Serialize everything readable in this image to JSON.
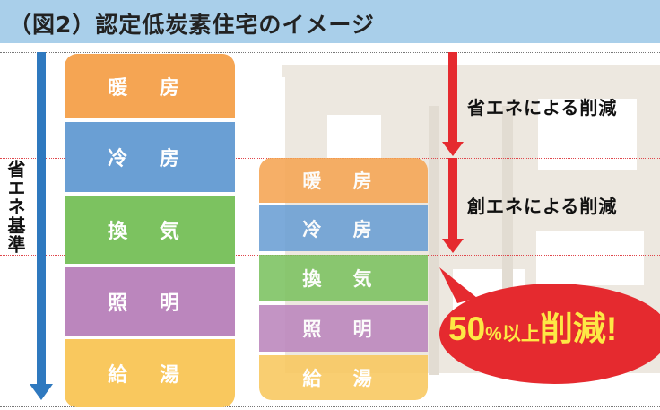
{
  "title": "（図2）認定低炭素住宅のイメージ",
  "axis_label": "省エネ基準",
  "standard_stack": [
    {
      "label": "暖 房",
      "color": "#f5a553"
    },
    {
      "label": "冷 房",
      "color": "#6a9fd4"
    },
    {
      "label": "換 気",
      "color": "#7cc260"
    },
    {
      "label": "照 明",
      "color": "#bb86bd"
    },
    {
      "label": "給 湯",
      "color": "#f9c85e"
    }
  ],
  "certified_stack": [
    {
      "label": "暖 房",
      "color": "#f5a553"
    },
    {
      "label": "冷 房",
      "color": "#6a9fd4"
    },
    {
      "label": "換 気",
      "color": "#7cc260"
    },
    {
      "label": "照 明",
      "color": "#bb86bd"
    },
    {
      "label": "給 湯",
      "color": "#f9c85e"
    }
  ],
  "reductions": {
    "energy_saving": "省エネによる削減",
    "energy_creation": "創エネによる削減"
  },
  "bubble": {
    "value": "50",
    "unit": "%以上",
    "suffix": "削減!"
  },
  "colors": {
    "title_bar": "#a9cfea",
    "axis_arrow": "#2f79bf",
    "reduction_arrow": "#e52a2f",
    "bubble": "#e52a2f",
    "bubble_text": "#fde845"
  }
}
